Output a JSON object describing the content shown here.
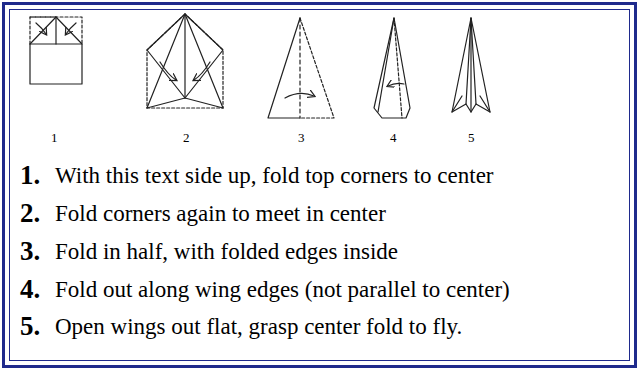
{
  "diagram": {
    "labels": [
      "1",
      "2",
      "3",
      "4",
      "5",
      "1.",
      "With this text side up, fold top corners to center",
      "2.",
      "Fold corners again to meet in center",
      "3.",
      "Fold in half, with folded edges inside",
      "4.",
      "Fold out along wing edges (not parallel to center)",
      "5.",
      "Open wings out flat, grasp center fold to fly."
    ]
  }
}
